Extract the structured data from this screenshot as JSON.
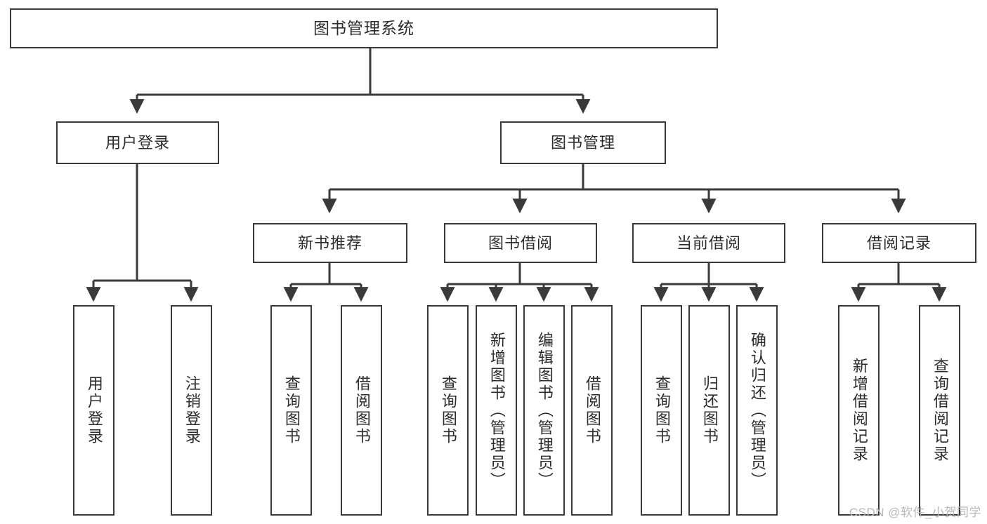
{
  "diagram": {
    "type": "tree",
    "title": "图书管理系统",
    "watermark": "CSDN @软件_小贺同学",
    "colors": {
      "box_border": "#3a3a3a",
      "box_fill": "#ffffff",
      "connector": "#3a3a3a",
      "text": "#2b2b2b",
      "watermark": "#b9b9b9",
      "background": "#ffffff"
    },
    "nodes": {
      "root": {
        "label": "图书管理系统"
      },
      "level2": [
        {
          "label": "用户登录"
        },
        {
          "label": "图书管理"
        }
      ],
      "level3": [
        {
          "label": "新书推荐"
        },
        {
          "label": "图书借阅"
        },
        {
          "label": "当前借阅"
        },
        {
          "label": "借阅记录"
        }
      ],
      "leaves": {
        "user_login": [
          {
            "label": "用户登录"
          },
          {
            "label": "注销登录"
          }
        ],
        "new_book_recommend": [
          {
            "label": "查询图书"
          },
          {
            "label": "借阅图书"
          }
        ],
        "book_borrow": [
          {
            "label": "查询图书"
          },
          {
            "label": "新增图书（管理员）"
          },
          {
            "label": "编辑图书（管理员）"
          },
          {
            "label": "借阅图书"
          }
        ],
        "current_borrow": [
          {
            "label": "查询图书"
          },
          {
            "label": "归还图书"
          },
          {
            "label": "确认归还（管理员）"
          }
        ],
        "borrow_record": [
          {
            "label": "新增借阅记录"
          },
          {
            "label": "查询借阅记录"
          }
        ]
      }
    }
  }
}
